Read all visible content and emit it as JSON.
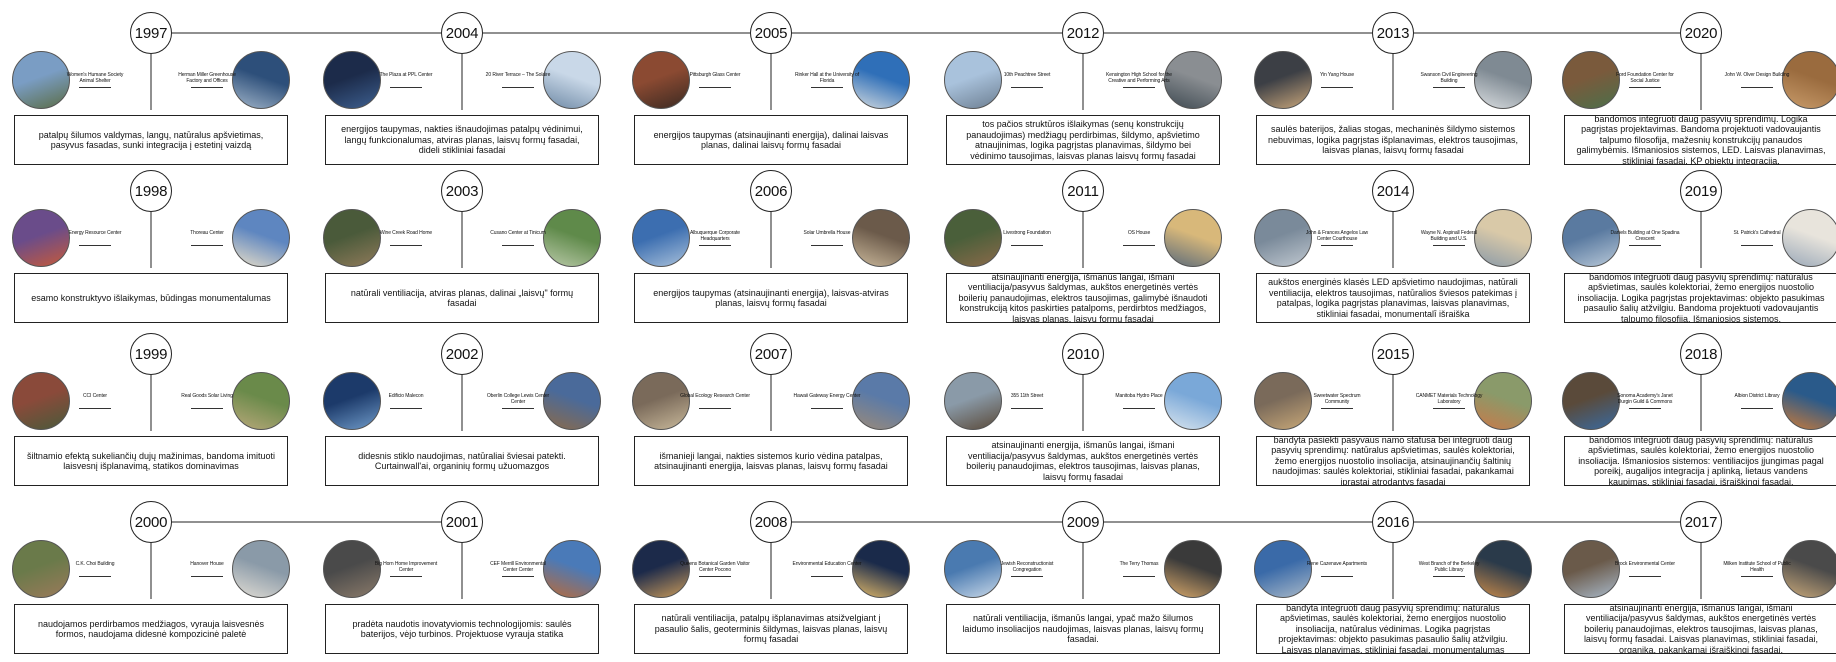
{
  "colors": {
    "line": "#222222",
    "text": "#111111",
    "background": "#ffffff"
  },
  "years": [
    {
      "year": "1997",
      "left_label": "Women's Humane Society Animal Shelter",
      "right_label": "Herman Miller Greenhouse Factory and Offices",
      "description": "patalpų šilumos valdymas, langų, natūralus apšvietimas, pasyvus fasadas, sunki integracija į estetinį vaizdą",
      "left_colors": [
        "#7a9dc4",
        "#5b6d47"
      ],
      "right_colors": [
        "#2d4f7a",
        "#9fb3c8"
      ]
    },
    {
      "year": "2004",
      "left_label": "The Plaza at PPL Center",
      "right_label": "20 River Terrace – The Solaire",
      "description": "energijos taupymas, nakties išnaudojimas patalpų vėdinimui, langų funkcionalumas, atviras planas, laisvų formų fasadai, dideli stikliniai fasadai",
      "left_colors": [
        "#1c2b4a",
        "#3d5f8f"
      ],
      "right_colors": [
        "#c9d8e8",
        "#6f8aa6"
      ]
    },
    {
      "year": "2005",
      "left_label": "Pittsburgh Glass Center",
      "right_label": "Rinker Hall at the University of Florida",
      "description": "energijos taupymas (atsinaujinanti energija), dalinai laisvas planas, dalinai laisvų formų fasadai",
      "left_colors": [
        "#8b4a32",
        "#3b2a22"
      ],
      "right_colors": [
        "#2f6fb8",
        "#d0d8de"
      ]
    },
    {
      "year": "2012",
      "left_label": "10th Peachtree Street",
      "right_label": "Kensington High School for the Creative and Performing Arts",
      "description": "tos pačios struktūros išlaikymas (senų konstrukcijų panaudojimas) medžiagų perdirbimas, šildymo, apšvietimo atnaujinimas, logika pagrįstas planavimas, šildymo bei vėdinimo tausojimas, laisvas planas laisvų formų fasadai",
      "left_colors": [
        "#a9c2dc",
        "#6d7f92"
      ],
      "right_colors": [
        "#8a8e92",
        "#3f4a52"
      ]
    },
    {
      "year": "2013",
      "left_label": "Yin Yang House",
      "right_label": "Swanson Civil Engineering Building",
      "description": "saulės baterijos, žalias stogas, mechaninės šildymo sistemos nebuvimas, logika pagrįstas išplanavimas, elektros tausojimas, laisvas planas, laisvų formų fasadai",
      "left_colors": [
        "#3c3f45",
        "#c7a57a"
      ],
      "right_colors": [
        "#7f8a93",
        "#d9dde0"
      ]
    },
    {
      "year": "2020",
      "left_label": "Ford Foundation Center for Social Justice",
      "right_label": "John W. Olver Design Building",
      "description": "bandomos integruoti daug pasyvių sprendimų. Logika pagrįstas projektavimas. Bandoma projektuoti vadovaujantis talpumo filosofija, mažesnių konstrukcijų panaudos galimybėmis. Išmaniosios sistemos, LED. Laisvas planavimas, stikliniai fasadai. KP objektų integracija.",
      "left_colors": [
        "#7a5a3c",
        "#4c6f4a"
      ],
      "right_colors": [
        "#9a6b3e",
        "#c89b6a"
      ]
    },
    {
      "year": "1998",
      "left_label": "Energy Resource Center",
      "right_label": "Thoreau Center",
      "description": "esamo konstruktyvo išlaikymas, būdingas monumentalumas",
      "left_colors": [
        "#6a4c8a",
        "#c65a3a"
      ],
      "right_colors": [
        "#5e86c0",
        "#e6ddc8"
      ]
    },
    {
      "year": "2003",
      "left_label": "Wine Creek Road Home",
      "right_label": "Cusano Center at Tinicum",
      "description": "natūrali ventiliacija, atviras planas, dalinai „laisvų\" formų fasadai",
      "left_colors": [
        "#4a5a3a",
        "#8f7a5a"
      ],
      "right_colors": [
        "#5f8a4a",
        "#b9c9a8"
      ]
    },
    {
      "year": "2006",
      "left_label": "Albuquerque Corporate Headquarters",
      "right_label": "Solar Umbrella House",
      "description": "energijos taupymas (atsinaujinanti energija), laisvas-atviras planas, laisvų formų fasadai",
      "left_colors": [
        "#3c6eb0",
        "#a8c0da"
      ],
      "right_colors": [
        "#6b5a4a",
        "#c9b79a"
      ]
    },
    {
      "year": "2011",
      "left_label": "Livestrong Foundation",
      "right_label": "OS House",
      "description": "atsinaujinanti energija, išmanūs langai, išmani ventiliacija/pasyvus šaldymas, aukštos energetinės vertės boilerių panaudojimas, elektros tausojimas, galimybė išnaudoti konstrukciją kitos paskirties patalpoms, perdirbtos medžiagos, laisvas planas, laisvų formų fasadai",
      "left_colors": [
        "#4a5f3a",
        "#8a6a4a"
      ],
      "right_colors": [
        "#d8b87a",
        "#5a6a7a"
      ]
    },
    {
      "year": "2014",
      "left_label": "John & Frances Angelos Law Center Courthouse",
      "right_label": "Wayne N. Aspinall Federal Building and U.S.",
      "description": "aukštos energinės klasės LED apšvietimo naudojimas, natūrali ventiliacija, elektros tausojimas, natūralios šviesos patekimas į patalpas, logika pagrįstas planavimas, laisvas planavimas, stikliniai fasadai, monumentalī išraiška",
      "left_colors": [
        "#7a8a9a",
        "#c0c8d0"
      ],
      "right_colors": [
        "#d9c9a8",
        "#8a9aa8"
      ]
    },
    {
      "year": "2019",
      "left_label": "Daniels Building at One Spadina Crescent",
      "right_label": "St. Patrick's Cathedral",
      "description": "bandomos integruoti daug pasyvių sprendimų: natūralus apšvietimas, saulės kolektoriai, žemo energijos nuostolio insoliacija. Logika pagrįstas projektavimas: objekto pasukimas pasaulio šalių atžvilgiu. Bandoma projektuoti vadovaujantis talpumo filosofija. Išmaniosios sistemos.",
      "left_colors": [
        "#5a7aa0",
        "#b8c8d8"
      ],
      "right_colors": [
        "#e8e4dc",
        "#9aa8b8"
      ]
    },
    {
      "year": "1999",
      "left_label": "CCI Center",
      "right_label": "Real Goods Solar Living",
      "description": "šiltnamio efektą sukeliančių dujų mažinimas, bandoma imituoti laisvesnį išplanavimą, statikos dominavimas",
      "left_colors": [
        "#8a4a3a",
        "#4a5a3a"
      ],
      "right_colors": [
        "#6a8a4a",
        "#b8a87a"
      ]
    },
    {
      "year": "2002",
      "left_label": "Edificio Malecon",
      "right_label": "Oberlin College Lewis Center Center",
      "description": "didesnis stiklo naudojimas, natūraliai šviesai patekti. Curtainwall'ai, organinių formų užuomazgos",
      "left_colors": [
        "#1c3a6a",
        "#6f9ac8"
      ],
      "right_colors": [
        "#4a6a9a",
        "#8a6a4a"
      ]
    },
    {
      "year": "2007",
      "left_label": "Global Ecology Research Center",
      "right_label": "Hawaii Gateway Energy Center",
      "description": "išmanieji langai, nakties sistemos kurio vėdina patalpas, atsinaujinanti energija, laisvas planas, laisvų formų fasadai",
      "left_colors": [
        "#7a6a5a",
        "#c8b89a"
      ],
      "right_colors": [
        "#5a7aa8",
        "#9a8a7a"
      ]
    },
    {
      "year": "2010",
      "left_label": "355 11th Street",
      "right_label": "Manitoba Hydro Place",
      "description": "atsinaujinanti energija, išmanūs langai, išmani ventiliacija/pasyvus šaldymas, aukštos energetinės vertės boilerių panaudojimas, elektros tausojimas, laisvas planas, laisvų formų fasadai",
      "left_colors": [
        "#8a9aa8",
        "#5a4a3a"
      ],
      "right_colors": [
        "#7aa8d8",
        "#d8e4ee"
      ]
    },
    {
      "year": "2015",
      "left_label": "Sweetwater Spectrum Community",
      "right_label": "CANMET Materials Technology Laboratory",
      "description": "bandyta pasiekti pasyvaus namo statusa bei integruoti daug pasyvių sprendimų: natūralus apšvietimas, saulės kolektoriai, žemo energijos nuostolio insoliacija, atsinaujinančių šaltinių naudojimas: saulės kolektoriai, stikliniai fasadai, pakankamai įprastai atrodantys fasadai",
      "left_colors": [
        "#7a6a5a",
        "#c8a878"
      ],
      "right_colors": [
        "#8a9a6a",
        "#c87a4a"
      ]
    },
    {
      "year": "2018",
      "left_label": "Sonoma Academy's Janet Durgin Guild & Commons",
      "right_label": "Albion District Library",
      "description": "bandomos integruoti daug pasyvių sprendimų: natūralus apšvietimas, saulės kolektoriai, žemo energijos nuostolio insoliacija. Išmaniosios sistemos: ventiliacijos įjungimas pagal poreikį, augalijos integracija į aplinką, lietaus vandens kaupimas, stikliniai fasadai, išraiškingi fasadai.",
      "left_colors": [
        "#5a4a3a",
        "#3a6aa0"
      ],
      "right_colors": [
        "#2a5a8a",
        "#c87a3a"
      ]
    },
    {
      "year": "2000",
      "left_label": "C.K. Choi Building",
      "right_label": "Hanover House",
      "description": "naudojamos perdirbamos medžiagos, vyrauja laisvesnės formos, naudojama didesnė kompozicinė paletė",
      "left_colors": [
        "#6a7a4a",
        "#9a7a5a"
      ],
      "right_colors": [
        "#8a9aa8",
        "#e0dcd4"
      ]
    },
    {
      "year": "2001",
      "left_label": "Big Horn Home Improvement Center",
      "right_label": "CEF Merrill Environmental Center Center",
      "description": "pradėta naudotis inovatyviomis technologijomis: saulės baterijos, vėjo turbinos. Projektuose vyrauja statika",
      "left_colors": [
        "#4a4a4a",
        "#8a7a6a"
      ],
      "right_colors": [
        "#4a7ab8",
        "#b86a3a"
      ]
    },
    {
      "year": "2008",
      "left_label": "Queens Botanical Garden Visitor Center Pocono",
      "right_label": "Environmental Education Center",
      "description": "natūrali ventiliacija, patalpų išplanavimas atsižvelgiant į pasaulio šalis, geoterminis šildymas, laisvas planas, laisvų formų fasadai",
      "left_colors": [
        "#1c2a4a",
        "#c89a5a"
      ],
      "right_colors": [
        "#1a2a4a",
        "#e0b86a"
      ]
    },
    {
      "year": "2009",
      "left_label": "Jewish Reconstructionist Congregation",
      "right_label": "The Terry Thomas",
      "description": "natūrali ventiliacija, išmanūs langai, ypač mažo šilumos laidumo insoliacijos naudojimas, laisvas planas, laisvų formų fasadai.",
      "left_colors": [
        "#4a7ab0",
        "#c8d8e8"
      ],
      "right_colors": [
        "#3a3a3a",
        "#d8a86a"
      ]
    },
    {
      "year": "2016",
      "left_label": "Rene Cazenave Apartments",
      "right_label": "West Branch of the Berkeley Public Library",
      "description": "bandyta integruoti daug pasyvių sprendimų: natūralus apšvietimas, saulės kolektoriai, žemo energijos nuostolio insoliacija, natūralus vėdinimas. Logika pagrįstas projektavimas: objekto pasukimas pasaulio šalių atžvilgiu. Laisvas planavimas, stikliniai fasadai, monumentalumas",
      "left_colors": [
        "#3a6aa8",
        "#a8b8c8"
      ],
      "right_colors": [
        "#2a3a4a",
        "#c88a4a"
      ]
    },
    {
      "year": "2017",
      "left_label": "Brock Environmental Center",
      "right_label": "Milken Institute School of Public Health",
      "description": "atsinaujinanti energija, išmanūs langai, išmani ventiliacija/pasyvus šaldymas, aukštos energetinės vertės boilerių panaudojimas, elektros tausojimas, laisvas planas, laisvų formų fasadai. Laisvas planavimas, stikliniai fasadai, organika, pakankamai išraiškingi fasadai.",
      "left_colors": [
        "#6a5a4a",
        "#a8b8c8"
      ],
      "right_colors": [
        "#4a4a4a",
        "#c8a87a"
      ]
    }
  ]
}
